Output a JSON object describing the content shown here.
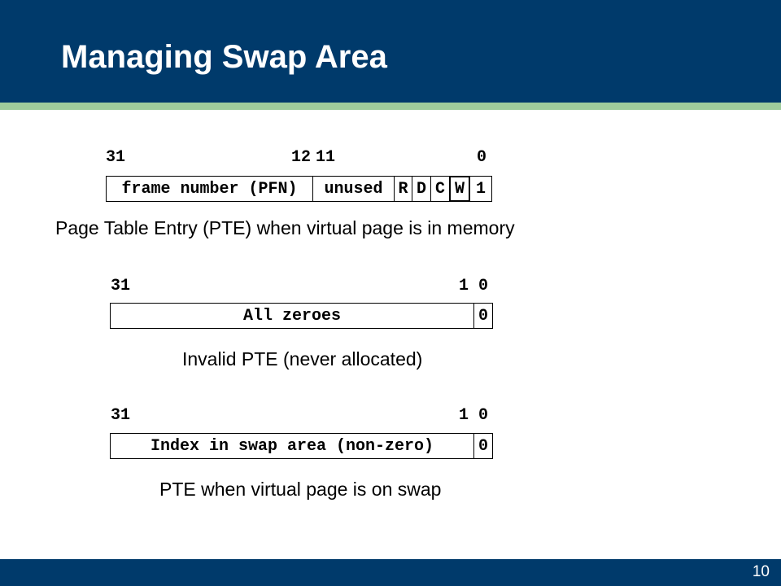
{
  "slide": {
    "title": "Managing Swap Area",
    "page_number": "10"
  },
  "pte_in_memory": {
    "bits": {
      "b31": "31",
      "b12": "12",
      "b11": "11",
      "b0": "0"
    },
    "fields": {
      "pfn": "frame number (PFN)",
      "unused": "unused",
      "r": "R",
      "d": "D",
      "c": "C",
      "w": "W",
      "valid": "1"
    },
    "caption": "Page Table Entry (PTE) when virtual page is in memory"
  },
  "pte_invalid": {
    "bits": {
      "b31": "31",
      "b1": "1",
      "b0": "0"
    },
    "fields": {
      "body": "All zeroes",
      "valid": "0"
    },
    "caption": "Invalid PTE (never allocated)"
  },
  "pte_on_swap": {
    "bits": {
      "b31": "31",
      "b1": "1",
      "b0": "0"
    },
    "fields": {
      "body": "Index in swap area (non-zero)",
      "valid": "0"
    },
    "caption": "PTE when virtual page is on swap"
  }
}
